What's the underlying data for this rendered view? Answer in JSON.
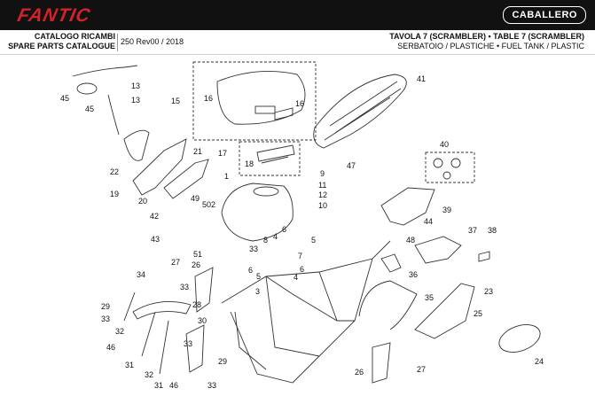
{
  "brand": "FANTIC",
  "model_badge": "CABALLERO",
  "header": {
    "left_line1": "CATALOGO RICAMBI",
    "left_line2": "SPARE PARTS CATALOGUE",
    "version": "250 Rev00 / 2018",
    "table_title": "TAVOLA 7 (SCRAMBLER) • TABLE 7 (SCRAMBLER)",
    "table_subtitle": "SERBATOIO / PLASTICHE • FUEL TANK / PLASTIC"
  },
  "part_labels": [
    "45",
    "13",
    "45",
    "13",
    "15",
    "16",
    "16",
    "41",
    "22",
    "21",
    "17",
    "18",
    "9",
    "40",
    "47",
    "19",
    "20",
    "1",
    "11",
    "12",
    "10",
    "49",
    "50",
    "2",
    "39",
    "42",
    "44",
    "6",
    "5",
    "43",
    "8",
    "4",
    "51",
    "33",
    "7",
    "48",
    "37",
    "38",
    "27",
    "26",
    "6",
    "6",
    "5",
    "36",
    "34",
    "33",
    "4",
    "3",
    "35",
    "23",
    "29",
    "28",
    "33",
    "32",
    "30",
    "46",
    "25",
    "31",
    "33",
    "29",
    "32",
    "31",
    "46",
    "33",
    "26",
    "27",
    "24"
  ],
  "colors": {
    "topbar": "#111111",
    "brand": "#d2232a",
    "line": "#333333"
  }
}
